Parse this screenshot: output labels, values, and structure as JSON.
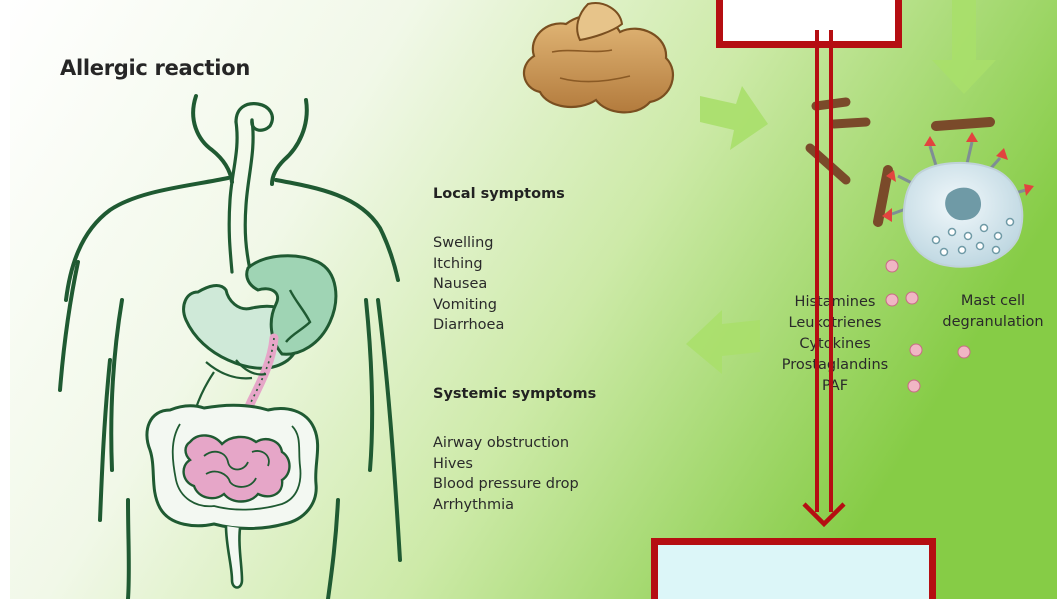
{
  "title": "Allergic reaction",
  "local": {
    "heading": "Local symptoms",
    "items": [
      "Swelling",
      "Itching",
      "Nausea",
      "Vomiting",
      "Diarrhoea"
    ]
  },
  "systemic": {
    "heading": "Systemic symptoms",
    "items": [
      "Airway obstruction",
      "Hives",
      "Blood pressure drop",
      "Arrhythmia"
    ]
  },
  "mediators": [
    "Histamines",
    "Leukotrienes",
    "Cytokines",
    "Prostaglandins",
    "PAF"
  ],
  "mast_cell": [
    "Mast cell",
    "degranulation"
  ],
  "colors": {
    "background_light": "#f7fbf2",
    "background_green": "#8fd14f",
    "anatomy_outline": "#1f5a32",
    "organ_green": "#9fd4b4",
    "intestine_pink": "#e6a6c8",
    "arrow_green": "#a9df6a",
    "antibody_brown": "#7a4a2a",
    "antibody_tip": "#e2443f",
    "mast_cell_body": "#d8e9ef",
    "box_border": "#b50e12",
    "box_bottom_fill": "#dcf6f8"
  }
}
